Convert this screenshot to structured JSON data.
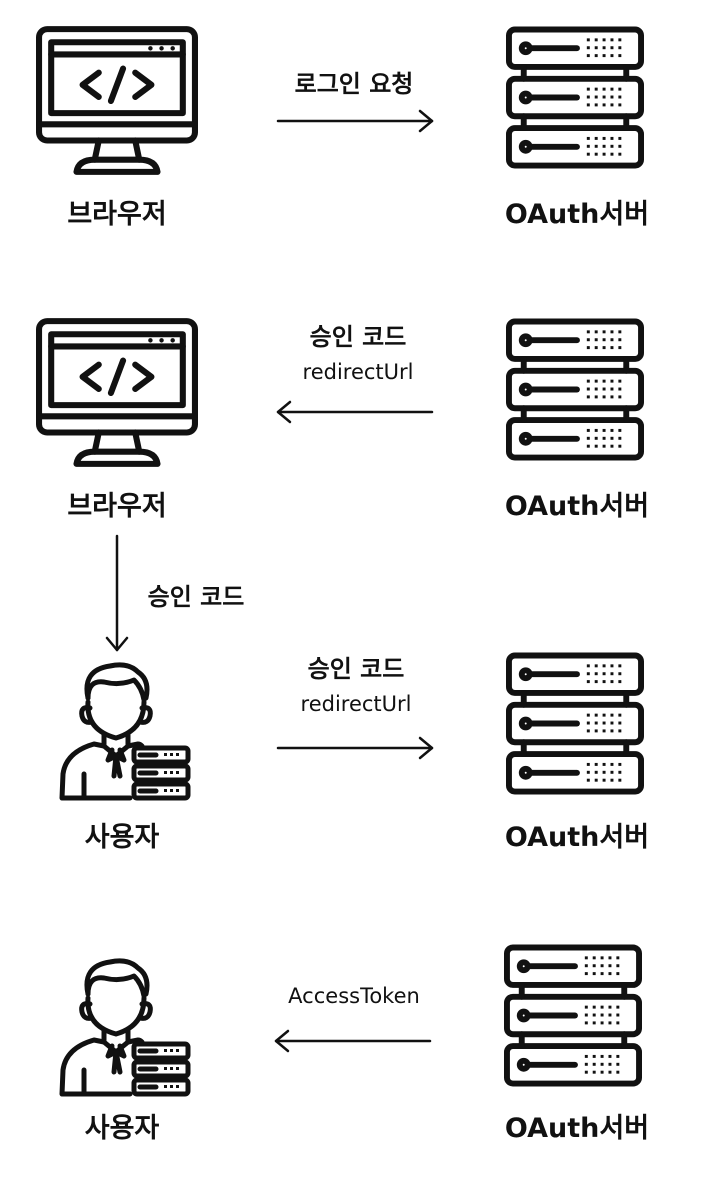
{
  "nodes": {
    "browser": "브라우저",
    "server": "OAuth서버",
    "user": "사용자"
  },
  "steps": [
    {
      "label": "로그인 요청"
    },
    {
      "label": "승인 코드",
      "sublabel": "redirectUrl"
    },
    {
      "label": "승인 코드"
    },
    {
      "label": "승인 코드",
      "sublabel": "redirectUrl"
    },
    {
      "label": "AccessToken"
    }
  ],
  "icons": [
    "computer-icon",
    "server-icon",
    "user-with-server-icon",
    "arrow-icon"
  ],
  "colors": {
    "stroke": "#111111",
    "background": "#ffffff"
  }
}
